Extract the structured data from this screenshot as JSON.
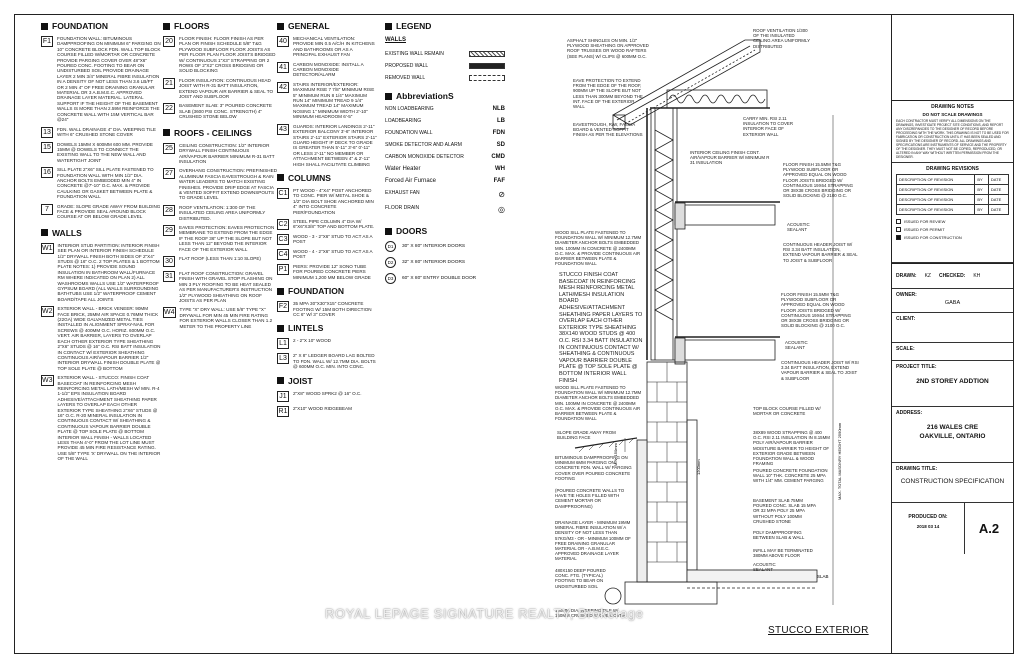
{
  "foundation": {
    "title": "FOUNDATION",
    "items": [
      {
        "code": "F1",
        "text": "FOUNDATION WALL: BITUMINOUS DAMPPROOFING ON MINIMUM 6\" PARGING ON 10\" CONCRETE BLOCK FDN. WALL TOP BLOCK COURSE FILLED W/MORTAR OR CONCRETE PROVIDE PARGING COVER OVER 48\"x6\" POURED CONC. FOOTING TO BEAR ON UNDISTURBED SOIL PROVIDE DRAINAGE LAYER 2 MIN 3/4\" MINERAL FIBRE INSULATION IN A DENSITY OF NOT LESS THAN 3.6 LB/FT OR 2 MIN 4\" OF FREE DRAINING GRANULAR MATERIAL OR 3 A.B.M.E.C. APPROVED DRAINAGE LAYER MATERIAL. LATERAL SUPPORT IF THE HEIGHT OF THE BASEMENT WALLS IS MORE THAN 2.59M REINFORCE THE CONCRETE WALL WITH 15M VERTICAL BAR @24\""
      },
      {
        "code": "13",
        "text": "FDN. WALL DRAINAGE 4\" DIA. WEEPING TILE WITH 6\" CRUSHED STONE COVER"
      },
      {
        "code": "15",
        "text": "DOWELS 15mm X 600mm 600 mm. PROVIDE 15mm @ DOWELS TO CONNECT THE EXISTING WALL TO THE NEW WALL AND WATERTIGHT JOINT"
      },
      {
        "code": "16",
        "text": "SILL PLATE 2\"x6\" SILL PLATE FASTENED TO FOUNDATION WALL WITH MIN 1/2\" DIA. ANCHOR BOLTS EMBEDDED MIN 4\" IN CONCRETE @7'-10\" O.C. MAX. & PROVIDE CAULKING OR GASKET BETWEEN PLATE & FOUNDATION WALL"
      },
      {
        "code": "7",
        "text": "GRADE: SLOPE GRADE AWAY FROM BUILDING FACE & PROVIDE SEAL AROUND BLOCK COURSE AT OR BELOW GRADE LEVEL"
      }
    ]
  },
  "walls": {
    "title": "WALLS",
    "items": [
      {
        "code": "W1",
        "text": "INTERIOR STUD PARTITION: INTERIOR FINISH SEE PLAN OR INTERIOR FINISH SCHEDULE 1/2\" DRYWALL FINISH BOTH SIDES OF 2\"x4\" STUDS @ 16\" O.C. 2 TOP PLATES & 1 BOTTOM PLATE NOTES: 1) PROVIDE SOUND INSULATION IN BATHROOM WALL/FURNACE RM WHERE INDICATED ON PLAN 2) ALL WASHROOMS WALLS USE 1/2\" WATERPROOF GYPSUM BOARD (ALL WALLS SURROUNDING BATHTUBS USE 1/2\" WATERPROOF CEMENT BOARD/TAPE ALL JOINTS"
      },
      {
        "code": "W2",
        "text": "EXTERIOR WALL - BRICK VENEER: 90mm FACE BRICK, 25mm AIR SPACE 0.76mm THICK (22ga) WIDE GALVANIZED METAL TIES INSTALLED IN ALIGNMENT SPRAY-NAIL FOR SCREWS @ 400mm O.C. HORIZ. 600mm O.C. VERT. AIR BARRIER, LAYERS TO OVERLAP EACH OTHER EXTERIOR TYPE SHEATHING 2\"x6\" STUDS @ 16\" O.C. RSI BATT INSULATION IN CONTACT W/ EXTERIOR SHEATHING CONTINUOUS AIR/VAPOUR BARRIER 1/2\" INTERIOR DRYWALL FINISH DOUBLE PLATE @ TOP SOLE PLATE @ BOTTOM"
      },
      {
        "code": "W3",
        "text": "EXTERIOR WALL - STUCCO: FINISH COAT BASECOAT IN REINFORCING MESH REINFORCING METAL LATH/MESH W/ MIN. R-4 1-1/2\" EPS INSULATION BOARD ADHESIVE/ATTACHMENT SHEATHING PAPER LAYERS TO OVERLAP EACH OTHER EXTERIOR TYPE SHEATHING 2\"x6\" STUDS @ 16\" O.C. R-20 MINERAL INSULATION IN CONTINUOUS CONTACT W/ SHEATHING & CONTINUOUS VAPOUR BARRIER DOUBLE PLATE @ TOP SOLE PLATE @ BOTTOM INTERIOR WALL FINISH - WALLS LOCATED LESS THAN 4'-0\" FROM THE LOT LINE MUST PROVIDE 45 MIN FIRE RESISTANCE RATING. USE 5/8\" TYPE 'X' DRYWALL ON THE INTERIOR OF THE WALL"
      }
    ]
  },
  "floors": {
    "title": "FLOORS",
    "items": [
      {
        "code": "20",
        "text": "FLOOR FINISH: FLOOR FINISH AS PER PLAN OR FINISH SCHEDULE 5/8\" T&G PLYWOOD SUBFLOOR FLOOR JOISTS AS PER FLOOR PLAN FLOOR JOISTS BRIDGED W/ CONTINUOUS 1\"x3\" STRAPPING OR 2 ROWS OF 2\"x2\" CROSS BRIDGING OR SOLID BLOCKING"
      },
      {
        "code": "21",
        "text": "FLOOR INSULATION: CONTINUOUS HEAD JOIST WITH R-31 BATT INSULATION, EXTEND VAPOUR AIR BARRIER & SEAL TO JOIST AND SUBFLOOR"
      },
      {
        "code": "22",
        "text": "BASEMENT SLAB: 3\" POURED CONCRETE SLAB (3600 PSI CONC. STRENGTH) 4\" CRUSHED STONE BELOW"
      }
    ]
  },
  "roofs": {
    "title": "ROOFS - CEILINGS",
    "items": [
      {
        "code": "25",
        "text": "CEILING CONSTRUCTION: 1/2\" INTERIOR DRYWALL FINISH CONTINUOUS AIR/VAPOUR BARRIER MINIMUM R-31 BATT INSULATION"
      },
      {
        "code": "27",
        "text": "OVERHANG CONSTRUCTION: PREFINISHED ALUMINUM FASCIA EAVESTROUGH & RAIN WATER LEADERS TO MATCH EXISTING FINISHES. PROVIDE DRIP EDGE AT FASCIA & VENTED SOFFIT EXTEND DOWNSPOUTS TO GRADE LEVEL"
      },
      {
        "code": "28",
        "text": "ROOF VENTILATION: 1:300 OF THE INSULATED CEILING AREA UNIFORMLY DISTRIBUTED."
      },
      {
        "code": "29",
        "text": "EAVES PROTECTION: EAVES PROTECTION MEMBRANE TO EXTEND FROM THE EDGE IF THE ROOF 36\" UP THE SLOPE BUT NOT LESS THAN 12\" BEYOND THE INTERIOR FACE OF THE EXTERIOR WALL"
      },
      {
        "code": "30",
        "text": "FLAT ROOF (LESS THAN 1:10 SLOPE)"
      },
      {
        "code": "31",
        "text": "FLAT ROOF CONSTRUCTION: GRAVEL FINISH WITH GRAVEL STOP FLASHING ON MIN 3 PLY ROOFING TO BE HEAT SEALED AS PER MANUFACTURER'S INSTRUCTION 1/2\" PLYWOOD SHEATHING ON ROOF JOISTS AS PER PLAN"
      },
      {
        "code": "W4",
        "text": "TYPE \"X\" DRY WALL: USE 5/8\" TYPE \"X\" DRYWALL FOR MIN 45 min FIRE RATING FOR EXTERIOR WALLS CLOSER THAN 1.2 METER TO THE PROPERTY LINE"
      }
    ]
  },
  "general": {
    "title": "GENERAL",
    "items": [
      {
        "code": "40",
        "text": "MECHANICAL VENTILATION: PROVIDE MIN 0.5 A/C/H IN KITCHENS AND BATHROOMS OR AS A PRINCIPAL EXHAUST FAN"
      },
      {
        "code": "41",
        "text": "CARBON MONOXIDE: INSTALL A CARBON MONOXIDE DETECTOR/ALARM"
      },
      {
        "code": "42",
        "text": "STAIRS INTERIOR/EXTERIOR: MAXIMUM RISE 7 7/8\" MINIMUM RISE 5\" MINIMUM RUN 8 1/4\" MAXIMUM RUN 14\" MINIMUM TREAD 9 1/4\" MAXIMUM TREAD 14\" MAXIMUM NOSING 1\" MINIMUM WIDTH 2'-10\" MINIMUM HEADROOM 6'-5\""
      },
      {
        "code": "43",
        "text": "GUARDS: INTERIOR LANDINGS 2'-11\" EXTERIOR BALCONY 3'-6\" INTERIOR STAIRS 2'-11\" EXTERIOR STAIRS 2'-11\" GUARD HEIGHT IF DECK TO GRADE IS GREATER THAN 5'-11\" 3'-6\" 0'-11\" OR LESS 2'-11\" NO MEMBER OR ATTACHMENT BETWEEN 4\" & 2'-11\" HIGH SHALL FACILITATE CLIMBING"
      }
    ]
  },
  "columns": {
    "title": "COLUMNS",
    "items": [
      {
        "code": "C1",
        "text": "PT WOOD - 4\"x4\" POST ANCHORED TO CONC. PIER W/ METAL SHOE & 1/2\" DIA BOLT SHOE ANCHORED MIN 4\" INTO CONCRETE PIER/FOUNDATION"
      },
      {
        "code": "C2",
        "text": "STEEL PIPE COLUMN 4\" DIA W/ 6\"x6\"x3/8\" TOP AND BOTTOM PLATE."
      },
      {
        "code": "C3",
        "text": "WOOD - 3 - 2\"x6\" STUD TO ACT AS A POST"
      },
      {
        "code": "C4",
        "text": "WOOD - 4 - 2\"x6\" STUD TO ACT AS A POST"
      },
      {
        "code": "P1",
        "text": "PIERS: PROVIDE 12\" SONO TUBE FOR POURED CONCRETE PIERS MINIMUM 1,200 mm BELOW GRADE"
      }
    ]
  },
  "foundation2": {
    "title": "FOUNDATION",
    "items": [
      {
        "code": "F2",
        "text": "35 mpa 30\"X30\"X15\" CONCRETE FOOTING W/ 15M BOTH DIRECTION cc 6\" W/ 3\" COVER"
      }
    ]
  },
  "lintels": {
    "title": "LINTELS",
    "items": [
      {
        "code": "L1",
        "text": "2 - 2\"x 10\" WOOD"
      },
      {
        "code": "L3",
        "text": "2\" x 8\" LEDGER BOARD LAG BOLTED TO FDN. WALL W/ 12.7mm DIA. BOLTS @ 600mm O.C. MIN. INTO CONC."
      }
    ]
  },
  "joist": {
    "title": "JOIST",
    "items": [
      {
        "code": "J1",
        "text": "2\"X8\" WOOD SPRK2 @ 16\" O.C."
      },
      {
        "code": "R1",
        "text": "2\"X10\" WOOD RIDGEBEAM"
      }
    ]
  },
  "legend": {
    "title": "LEGEND",
    "walls_label": "WALLS",
    "walls": [
      "EXISTING WALL REMAIN",
      "PROPOSED WALL",
      "REMOVED WALL"
    ],
    "abbr_title": "AbbreviationS",
    "abbreviations": [
      {
        "label": "NON LOADBEARING",
        "abbr": "NLB"
      },
      {
        "label": "LOADBEARING",
        "abbr": "LB"
      },
      {
        "label": "FOUNDATION WALL",
        "abbr": "FDN"
      },
      {
        "label": "SMOKE DETECTOR AND ALARM",
        "abbr": "SD"
      },
      {
        "label": "CARBON MONOXIDE DETECTOR",
        "abbr": "CMD"
      },
      {
        "label": "Water Heater",
        "abbr": "WH"
      },
      {
        "label": "Forced Air Furnace",
        "abbr": "FAF"
      },
      {
        "label": "EXHAUST FAN",
        "abbr": ""
      },
      {
        "label": "FLOOR DRAIN",
        "abbr": ""
      }
    ]
  },
  "doors": {
    "title": "DOORS",
    "items": [
      {
        "code": "D1",
        "text": "30\" X 80\" INTERIOR DOORS"
      },
      {
        "code": "D2",
        "text": "32\" X 80\" INTERIOR DOORS"
      },
      {
        "code": "D3",
        "text": "60\" X 80\" ENTRY DOUBLE DOOR"
      }
    ]
  },
  "detail_callouts": [
    "ASPHALT SHINGLES ON MIN. 1/2\" PLYWOOD SHEATHING ON APPROVED ROOF TRUSSES OR WOOD RAFTERS (SEE PLANS) W/ CLIPS @ 600mm O.C.",
    "ROOF VENTILATION 1/300 OF THE INSULATED CEILING AREA UNIFORMLY DISTRIBUTED",
    "EAVE PROTECTION TO EXTEND FROM THE EDGE OF THE ROOF, 900mm UP THE SLOPE BUT NOT LESS THAN 300mm BEYOND THE INT. FACE OF THE EXTERIOR WALL",
    "EAVESTROUGH, R/W, FASCIA BOARD & VENTED SOFFIT FINISH AS PER THE ELEVATIONS",
    "CARRY MIN. RSI 2.11 INSULATION TO COVER INTERIOR FACE OF EXTERIOR WALL",
    "INTERIOR CEILING FINISH CONT. AIR/VAPOUR BARRIER W/ MINIMUM R 31 INSULATION",
    "FLOOR FINISH 15.5mm T&G PLYWOOD SUBFLOOR OR APPROVED EQUAL ON WOOD FLOOR JOISTS BRIDGED W/ CONTINUOUS 19x64 STRAPPING OR 38x38 CROSS BRIDGING OR SOLID BLOCKING @ 2100 O.C.",
    "ACOUSTIC SEALANT",
    "CONTINUOUS HEADER JOIST W/ RSI 3.34 BATT INSULATION, EXTEND VAPOUR BARRIER & SEAL TO JOIST & SUBFLOOR",
    "WOOD SILL PLATE FASTENED TO FOUNDATION WALL W/ MINIMUM 12.7mm DIAMETER ANCHOR BOLTS EMBEDDED MIN. 100mm IN CONCRETE @ 2400mm O.C. MAX. & PROVIDE CONTINUOUS AIR BARRIER BETWEEN PLATE & FOUNDATION WALL",
    "STUCCO FINISH COAT BASECOAT IN REINFORCING MESH REINFORCING METAL LATH/MESH INSULATION BOARD ADHESIVE/ATTACHMENT SHEATHING PAPER LAYERS TO OVERLAP EACH OTHER EXTERIOR TYPE SHEATHING 38X140 WOOD STUDS @ 400 O.C. RSI 3.34 BATT INSULATION IN CONTINUOUS CONTACT W/ SHEATHING & CONTINUOUS VAPOUR BARRIER DOUBLE PLATE @ TOP SOLE PLATE @ BOTTOM INTERIOR WALL FINISH",
    "FLOOR FINISH 15.5mm T&G PLYWOOD SUBFLOOR OR APPROVED EQUAL ON WOOD FLOOR JOISTS BRIDGED W/ CONTINUOUS 19x64 STRAPPING OR 38x38 CROSS BRIDGING OR SOLID BLOCKING @ 2100 O.C.",
    "ACOUSTIC SEALANT",
    "CONTINUOUS HEADER JOIST W/ RSI 3.34 BATT INSULATION, EXTEND VAPOUR BARRIER & SEAL TO JOIST & SUBFLOOR",
    "WOOD SILL PLATE FASTENED TO FOUNDATION WALL W/ MINIMUM 12.7mm DIAMETER ANCHOR BOLTS EMBEDDED MIN. 100mm IN CONCRETE @ 2400mm O.C. MAX. & PROVIDE CONTINUOUS AIR BARRIER BETWEEN PLATE & FOUNDATION WALL",
    "SLOPE GRADE AWAY FROM BUILDING FACE",
    "TOP BLOCK COURSE FILLED W/ MORTAR OR CONCRETE",
    "BITUMINOUS DAMPPROOFING ON MINIMUM 6mm PARGING ON CONCRETE FDN. WALL W/ PARGING COVER OVER POURED CONCRETE FOOTING",
    "(POURED CONCRETE WALLS TO HAVE TIE HOLES FILLED WITH CEMENT MORTAR OR DAMPPROOFING)",
    "38x89 WOOD STRAPPING @ 400 O.C. RSI 2.11 INSULATION IN 8.15mm POLY AIR/VAPOUR BARRIER MOISTURE BARRIER TO HEIGHT OF EXTERIOR GRADE BETWEEN FOUNDATION WALL & WOOD FRAMING",
    "POURED CONCRETE FOUNDATION WALL 10\" THK. CONCRETE 25 MPa WITH 1/4\" MM. CEMENT PARGING",
    "DRAINAGE LAYER - MINIMUM 19mm MINERAL FIBRE INSULATION W/ A DENSITY OF NOT LESS THAN 57kg/m3 - OR - MINIMUM 100mm OF FREE DRAINING GRANULAR MATERIAL OR - A.B.M.E.C. APPROVED DRAINAGE LAYER MATERIAL",
    "BASEMENT SLAB 75mm POURED CONC. SLAB 15 MPa OR 32 MPa POLY 25 MPa WITHOUT POLY 100mm CRUSHED STONE",
    "POLY DAMPPROOFING BETWEEN SLAB & WALL",
    "INFILL MAY BE TERMINATED 380mm ABOVE FLOOR",
    "ACOUSTIC SEALANT",
    "480x150 DEEP POURED CONC. FTG. (TYPICAL) FOOTING TO BEAR ON UNDISTURBED SOIL",
    "100mm DIA. WEEPING TILE W/ 150mm CRUSHED STONE COVER"
  ],
  "detail_labels": {
    "slab": "SLAB",
    "dim_grade": "MIN. 150mm",
    "dim_height": "MAX. TOTAL MASONRY HEIGHT 2590mm",
    "dim_fdn": "1200mm"
  },
  "drawing_title": "STUCCO EXTERIOR",
  "watermark": "ROYAL LEPAGE SIGNATURE REALTY, Brokerage",
  "title_block": {
    "notes_title": "DRAWING NOTES",
    "dont_scale": "DO NOT SCALE DRAWINGS",
    "notes_text": "EACH CONTRACTOR MUST VERIFY ALL DIMENSIONS ON THE DRAWINGS, INVESTIGATE PROJECT SITE CONDITIONS, AND REPORT ANY DISCREPANCIES TO THE DESIGNER OF RECORD BEFORE PROCEEDING WITH THE WORK. THIS DRAWING IS NOT TO BE USED FOR FABRICATION OR CONSTRUCTION UNTIL IT HAS BEEN SEALED AND SIGNED BY THE DESIGNER OF RECORD. ALL DRAWINGS AND SPECIFICATIONS ARE INSTRUMENTS OF SERVICE AND THE PROPERTY OF THE DESIGNER. THEY MUST NOT BE COPIED, REPRODUCED, OR ALTERED IN ANY WAY WITHOUT WRITTEN PERMISSION FROM THE DESIGNER.",
    "revisions_title": "DRAWING REVISIONS",
    "rev_cols": [
      "DESCRIPTION OF REVISION",
      "BY",
      "DATE"
    ],
    "status": [
      {
        "label": "ISSUED FOR REVIEW",
        "filled": false
      },
      {
        "label": "ISSUED FOR PERMIT",
        "filled": false
      },
      {
        "label": "ISSUED FOR CONSTRUCTION",
        "filled": true
      }
    ],
    "drawn_label": "DRAWN:",
    "drawn": "KZ",
    "checked_label": "CHECKED:",
    "checked": "KH",
    "owner_label": "OWNER:",
    "owner": "GABA",
    "client_label": "CLIENT:",
    "scale_label": "SCALE:",
    "project_label": "PROJECT TITLE:",
    "project": "2ND STOREY ADDTION",
    "address_label": "ADDRESS:",
    "address_1": "216 WALES CRE",
    "address_2": "OAKVILLE, ONTARIO",
    "drawing_title_label": "DRAWING TITLE:",
    "drawing_title": "CONSTRUCTION SPECIFICATION",
    "produced_label": "PRODUCED ON:",
    "produced": "2018 03 14",
    "sheet": "A.2"
  }
}
